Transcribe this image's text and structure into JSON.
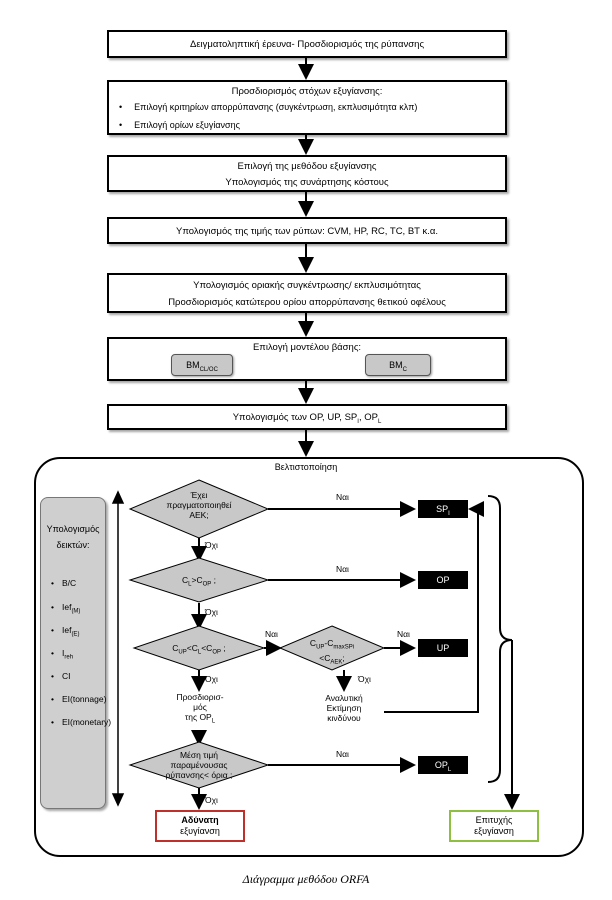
{
  "steps": {
    "s1": "Δειγματοληπτική έρευνα- Προσδιορισμός της ρύπανσης",
    "s2_title": "Προσδιορισμός στόχων εξυγίανσης:",
    "s2_b1": "Επιλογή κριτηρίων απορρύπανσης (συγκέντρωση, εκπλυσιμότητα κλπ)",
    "s2_b2": "Επιλογή ορίων εξυγίανσης",
    "s3_l1": "Επιλογή της μεθόδου εξυγίανσης",
    "s3_l2": "Υπολογισμός της συνάρτησης κόστους",
    "s4": "Υπολογισμός της τιμής των ρύπων: CVM, HP, RC, TC, BT κ.α.",
    "s5_l1": "Υπολογισμός οριακής συγκέντρωσης/ εκπλυσιμότητας",
    "s5_l2": "Προσδιορισμός κατώτερου ορίου απορρύπανσης θετικού οφέλους",
    "s6_title": "Επιλογή μοντέλου βάσης:",
    "s6_bm1": "BM",
    "s6_bm1_sub": "CL/OC",
    "s6_bm2": "BM",
    "s6_bm2_sub": "C",
    "s7": "Υπολογισμός των OP, UP, SP",
    "s7_sub1": "I",
    "s7_sep": ", OP",
    "s7_sub2": "L"
  },
  "optimization": {
    "title": "Βελτιστοποίηση",
    "side_title_1": "Υπολογισμός",
    "side_title_2": "δεικτών:",
    "side_items": [
      "B/C",
      "Ief",
      "Ief",
      "I",
      "CI",
      "EI(tonnage)",
      "EI(monetary)"
    ],
    "side_subs": [
      "",
      "(M)",
      "(E)",
      "reh",
      "",
      "",
      ""
    ]
  },
  "decisions": {
    "d1_l1": "Έχει",
    "d1_l2": "πραγματοποιηθεί",
    "d1_l3": "ΑΕΚ;",
    "d2_a": "C",
    "d2_as": "L",
    "d2_b": ">C",
    "d2_bs": "OP",
    "d2_c": " ;",
    "d3_a": "C",
    "d3_as": "UP",
    "d3_b": "<C",
    "d3_bs": "L",
    "d3_c": "<C",
    "d3_cs": "OP",
    "d3_d": " ;",
    "d4_a": "C",
    "d4_as": "UP",
    "d4_b": "-C",
    "d4_bs": "maxSPi",
    "d4_c": "<C",
    "d4_cs": "AEK",
    "d4_d": ";",
    "d5_l1": "Μέση τιμή",
    "d5_l2": "παραμένουσας",
    "d5_l3": "ρύπανσης< όρια ;"
  },
  "labels": {
    "yes": "Ναι",
    "no": "Όχι",
    "prosd_l1": "Προσδιορισ-",
    "prosd_l2": "μός",
    "prosd_l3": "της OP",
    "prosd_sub": "L",
    "risk_l1": "Αναλυτική",
    "risk_l2": "Εκτίμηση",
    "risk_l3": "κινδύνου"
  },
  "results": {
    "sp": "SP",
    "sp_sub": "I",
    "op": "OP",
    "up": "UP",
    "opl": "OP",
    "opl_sub": "L"
  },
  "ends": {
    "fail_l1": "Αδύνατη",
    "fail_l2": "εξυγίανση",
    "success_l1": "Επιτυχής",
    "success_l2": "εξυγίανση"
  },
  "colors": {
    "fail_border": "#c0302a",
    "success_border": "#8fbf40",
    "diamond_fill": "#c8c8c8"
  },
  "caption": "Διάγραμμα μεθόδου ORFA"
}
